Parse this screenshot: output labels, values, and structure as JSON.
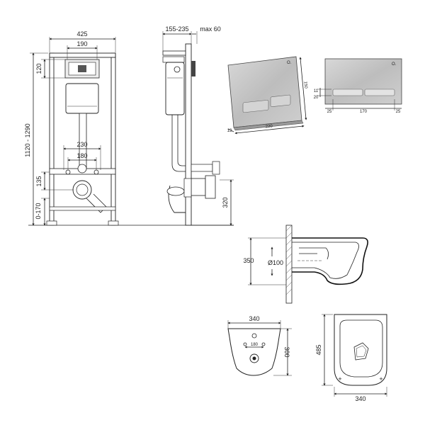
{
  "frame_front": {
    "width_label": "425",
    "top_width_label": "190",
    "height_label": "1120 - 1290",
    "top_offset_label": "120",
    "spacing_label": "230",
    "inner_spacing_label": "180",
    "lower_label": "135",
    "floor_range_label": "0-170"
  },
  "frame_side": {
    "depth_label": "155-235",
    "max_label": "max 60",
    "drain_height_label": "320"
  },
  "flush_plate_front": {
    "height_label": "150",
    "width_label": "220",
    "depth_label": "13"
  },
  "flush_plate_back": {
    "left_label": "25",
    "middle_label": "170",
    "right_label": "25",
    "top_label": "11",
    "bottom_label": "20"
  },
  "bowl_side": {
    "height_label": "350",
    "diameter_label": "Ø100"
  },
  "bowl_back": {
    "width_label": "340",
    "hole_spacing_label": "180",
    "height_label": "300"
  },
  "bowl_top": {
    "length_label": "485",
    "width_label": "340"
  },
  "colors": {
    "plate_fill": "#c9c9c9",
    "line": "#222222"
  }
}
